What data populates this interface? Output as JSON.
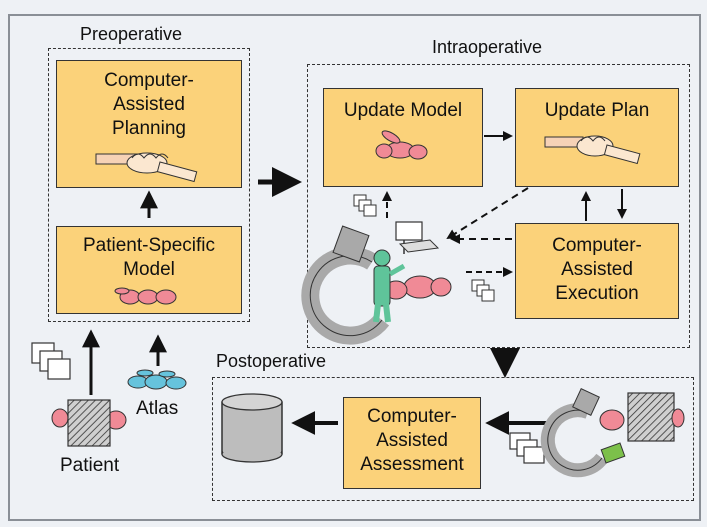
{
  "phases": {
    "preoperative": "Preoperative",
    "intraoperative": "Intraoperative",
    "postoperative": "Postoperative"
  },
  "boxes": {
    "planning": [
      "Computer-",
      "Assisted",
      "Planning"
    ],
    "patient_model": [
      "Patient-Specific",
      "Model"
    ],
    "update_model": [
      "Update Model"
    ],
    "update_plan": [
      "Update Plan"
    ],
    "execution": [
      "Computer-",
      "Assisted",
      "Execution"
    ],
    "assessment": [
      "Computer-",
      "Assisted",
      "Assessment"
    ]
  },
  "labels": {
    "atlas": "Atlas",
    "patient": "Patient"
  },
  "colors": {
    "box_fill": "#fbd27a",
    "anatomy_pink": "#f08a96",
    "atlas_blue": "#66c3dc",
    "surgeon_green": "#5fc49a",
    "implant_green": "#7cc04a"
  }
}
